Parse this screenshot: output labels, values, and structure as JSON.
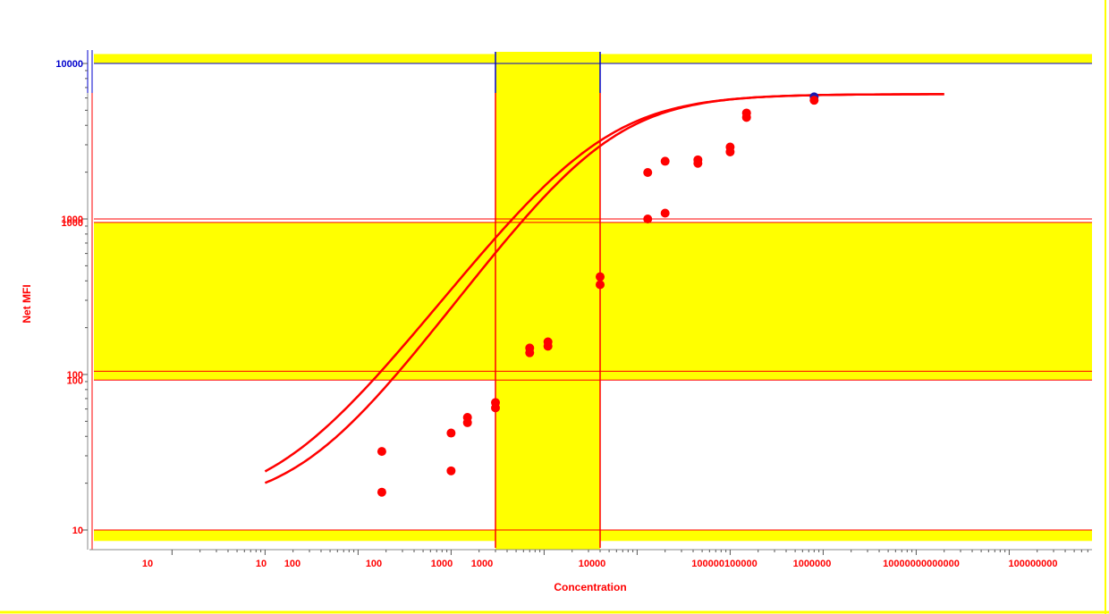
{
  "chart_data": {
    "type": "scatter",
    "title": "",
    "xlabel": "Concentration",
    "ylabel": "Net MFI",
    "x_scale": "log",
    "y_scale": "log",
    "ylim": [
      8.5,
      11500
    ],
    "grid": false,
    "y_ticks": [
      {
        "value": 10000,
        "label": "10000"
      },
      {
        "value": 1000,
        "label": "1000"
      },
      {
        "value": 100,
        "label": "100"
      },
      {
        "value": 10,
        "label": "10"
      }
    ],
    "x_tick_labels": [
      "10",
      "10",
      "100",
      "100",
      "1000",
      "1000",
      "10000",
      "100000100000",
      "1000000",
      "10000000000000",
      "100000000"
    ],
    "series": [
      {
        "points": [
          {
            "x": 180,
            "y": 32
          },
          {
            "x": 180,
            "y": 17.5
          },
          {
            "x": 1000,
            "y": 42
          },
          {
            "x": 1000,
            "y": 24
          },
          {
            "x": 1500,
            "y": 53
          },
          {
            "x": 1500,
            "y": 49
          },
          {
            "x": 3000,
            "y": 66
          },
          {
            "x": 3000,
            "y": 61
          },
          {
            "x": 7000,
            "y": 148
          },
          {
            "x": 7000,
            "y": 138
          },
          {
            "x": 11000,
            "y": 162
          },
          {
            "x": 11000,
            "y": 152
          },
          {
            "x": 40000,
            "y": 425
          },
          {
            "x": 40000,
            "y": 378
          },
          {
            "x": 130000,
            "y": 1990
          },
          {
            "x": 130000,
            "y": 1000
          },
          {
            "x": 200000,
            "y": 2350
          },
          {
            "x": 200000,
            "y": 1090
          },
          {
            "x": 450000,
            "y": 2400
          },
          {
            "x": 450000,
            "y": 2280
          },
          {
            "x": 1000000,
            "y": 2900
          },
          {
            "x": 1000000,
            "y": 2700
          },
          {
            "x": 1500000,
            "y": 4800
          },
          {
            "x": 1500000,
            "y": 4500
          },
          {
            "x": 8000000,
            "y": 6100
          },
          {
            "x": 8000000,
            "y": 5800
          }
        ]
      }
    ],
    "fit_curves": [
      {
        "bottom": 14,
        "top": 6350,
        "ec50": 40000,
        "hill": 0.78
      },
      {
        "bottom": 14,
        "top": 6350,
        "ec50": 48000,
        "hill": 0.82
      }
    ],
    "reference_lines": {
      "y_values": [
        10000,
        1000,
        950,
        105,
        92,
        10
      ],
      "x_values": [
        3000,
        40000
      ]
    },
    "shaded_bands": {
      "y_ranges": [
        [
          8.5,
          10
        ],
        [
          92,
          950
        ],
        [
          10000,
          11500
        ]
      ],
      "x_ranges": [
        [
          3000,
          40000
        ]
      ]
    },
    "colors": {
      "series": "#ff0000",
      "band": "#ffff00",
      "upper_axis": "#0000cc",
      "blue_point": "#1a1ab0",
      "frame": "#ffff00"
    }
  }
}
